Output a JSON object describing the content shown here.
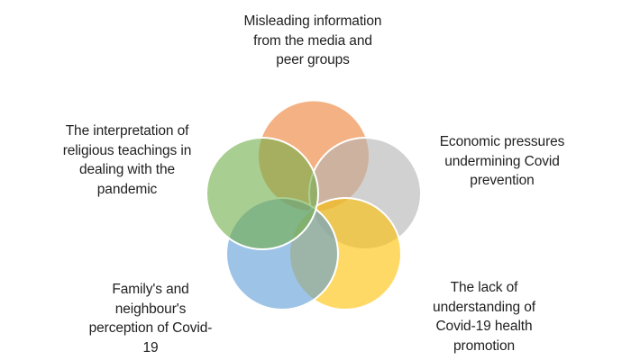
{
  "figure": {
    "type": "venn-diagram",
    "background": "#FFFFFF",
    "text_color": "#1F1F1F"
  },
  "venn": {
    "stroke_color": "#FFFFFF",
    "fill_opacity": "0.6",
    "circles": [
      {
        "name": "media-misinformation-circle",
        "position": "top",
        "color": "#ED7D31",
        "label": "Misleading information from the media and peer groups"
      },
      {
        "name": "economic-pressures-circle",
        "position": "upper-right",
        "color": "#B3B3B3",
        "label": "Economic pressures undermining Covid prevention"
      },
      {
        "name": "health-promotion-circle",
        "position": "lower-right",
        "color": "#FFC000",
        "label": "The lack of understanding of Covid-19 health promotion"
      },
      {
        "name": "family-perception-circle",
        "position": "lower-left",
        "color": "#5B9BD5",
        "label": "Family's and neighbour's perception of Covid-19"
      },
      {
        "name": "religious-teachings-circle",
        "position": "upper-left",
        "color": "#70AD47",
        "label": "The interpretation of religious teachings in dealing with the pandemic"
      }
    ]
  },
  "labels": {
    "top": {
      "lines": [
        "Misleading information",
        "from the media and",
        "peer groups"
      ]
    },
    "left_upper": {
      "lines": [
        "The interpretation of",
        "religious teachings in",
        "dealing with the",
        "pandemic"
      ]
    },
    "right_upper": {
      "lines": [
        "Economic pressures",
        "undermining Covid",
        "prevention"
      ]
    },
    "left_lower": {
      "lines": [
        "Family's and",
        "neighbour's",
        "perception of Covid-",
        "19"
      ]
    },
    "right_lower": {
      "lines": [
        "The lack of",
        "understanding of",
        "Covid-19 health",
        "promotion"
      ]
    }
  }
}
